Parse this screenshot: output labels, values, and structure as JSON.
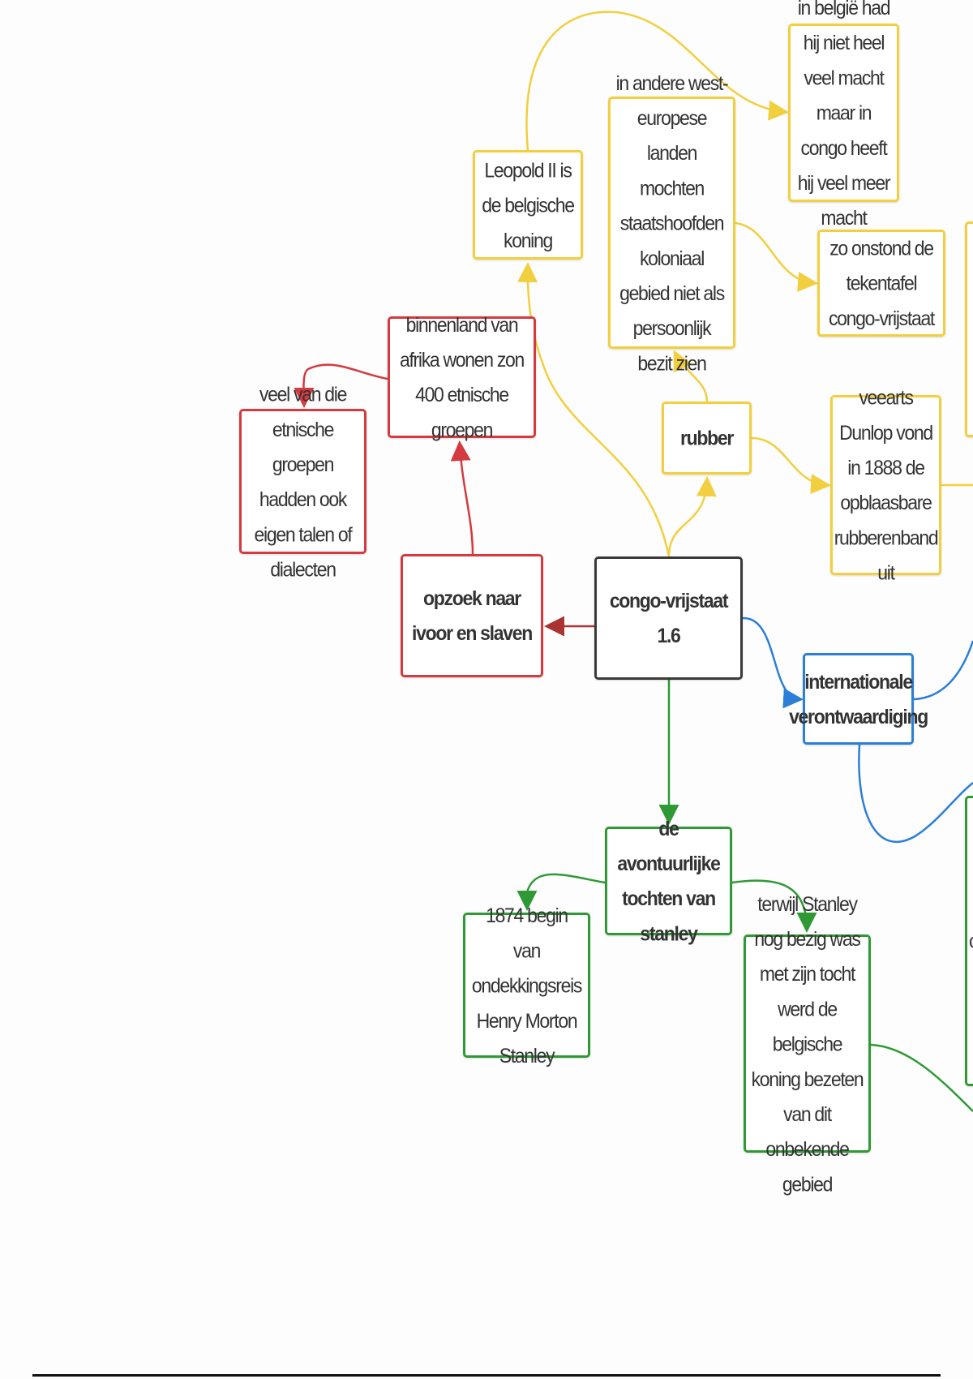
{
  "colors": {
    "yellow": "#f2cf3f",
    "red": "#d43a3f",
    "green": "#2f9a35",
    "blue": "#2b7fd6",
    "center": "#3a3a3a"
  },
  "nodes": {
    "center": "congo-vrijstaat 1.6",
    "leopold": "Leopold II is de belgische koning",
    "in_andere": "in andere west-europese landen mochten staatshoofden koloniaal gebied niet als persoonlijk bezit zien",
    "in_belgie": "in belgië had hij niet heel veel macht maar in congo heeft hij veel meer macht",
    "zo_onstond": "zo onstond de tekentafel congo-vrijstaat",
    "rubber": "rubber",
    "veearts": "veearts Dunlop vond in 1888 de opblaasbare rubberenband uit",
    "binnenland": "binnenland van afrika wonen zon 400 etnische groepen",
    "veel_van_die": "veel van die etnische groepen hadden ook eigen talen of dialecten",
    "opzoek": "opzoek naar ivoor en slaven",
    "internationale": "internationale verontwaardiging",
    "avontuurlijke": "de avontuurlijke tochten van stanley",
    "stanley_1874": "1874 begin van ondekkingsreis Henry Morton Stanley",
    "terwijl": "terwijl Stanley nog bezig was met zijn tocht werd de belgische koning bezeten van dit onbekende gebied",
    "partial_green_letters": "c"
  }
}
